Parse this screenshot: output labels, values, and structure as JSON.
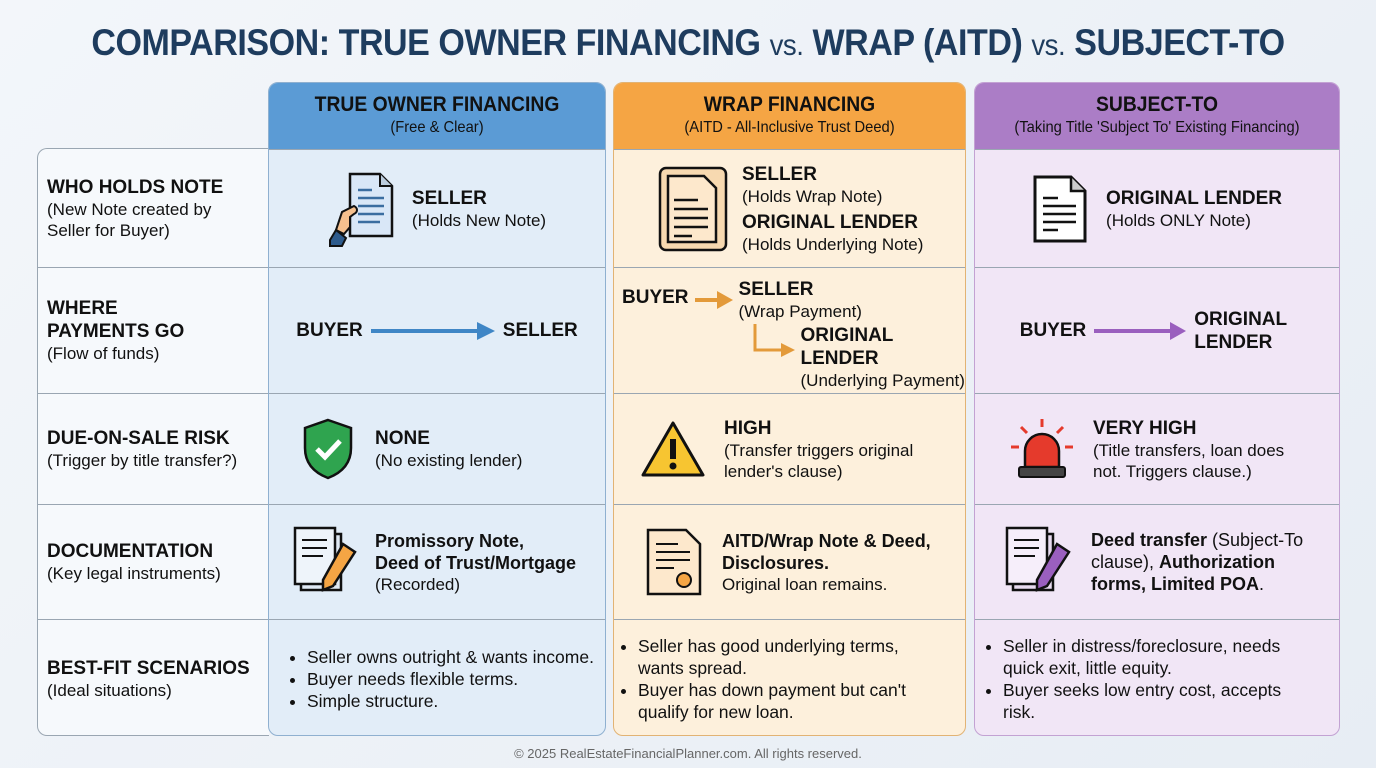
{
  "title": {
    "part1": "COMPARISON: TRUE OWNER FINANCING",
    "vs1": "vs.",
    "part2": "WRAP (AITD)",
    "vs2": "vs.",
    "part3": "SUBJECT-TO"
  },
  "rows": [
    {
      "label": "WHO HOLDS NOTE",
      "sub": "(New Note created by Seller for Buyer)"
    },
    {
      "label": "WHERE PAYMENTS GO",
      "sub": "(Flow of funds)"
    },
    {
      "label": "DUE-ON-SALE RISK",
      "sub": "(Trigger by title transfer?)"
    },
    {
      "label": "DOCUMENTATION",
      "sub": "(Key legal instruments)"
    },
    {
      "label": "BEST-FIT SCENARIOS",
      "sub": "(Ideal situations)"
    }
  ],
  "columns": [
    {
      "title": "TRUE OWNER FINANCING",
      "subtitle": "(Free & Clear)",
      "color": "#5b9bd5",
      "note": {
        "holder": "SELLER",
        "detail": "(Holds New Note)"
      },
      "payments": {
        "from": "BUYER",
        "to": "SELLER"
      },
      "risk": {
        "level": "NONE",
        "detail": "(No existing lender)"
      },
      "docs": {
        "bold1": "Promissory Note,",
        "bold2": "Deed of Trust/Mortgage",
        "normal": "(Recorded)"
      },
      "scenarios": [
        "Seller owns outright & wants income.",
        "Buyer needs flexible terms.",
        "Simple structure."
      ]
    },
    {
      "title": "WRAP FINANCING",
      "subtitle": "(AITD - All-Inclusive Trust Deed)",
      "color": "#f5a544",
      "note": {
        "holder": "SELLER",
        "detail": "(Holds Wrap Note)",
        "holder2": "ORIGINAL LENDER",
        "detail2": "(Holds Underlying Note)"
      },
      "payments": {
        "from": "BUYER",
        "to": "SELLER",
        "to_detail": "(Wrap Payment)",
        "to2": "ORIGINAL LENDER",
        "to2_detail": "(Underlying Payment)"
      },
      "risk": {
        "level": "HIGH",
        "detail": "(Transfer triggers original lender's clause)"
      },
      "docs": {
        "bold1": "AITD/Wrap Note & Deed,",
        "bold2": "Disclosures.",
        "normal": "Original loan remains."
      },
      "scenarios": [
        "Seller has good underlying terms, wants spread.",
        "Buyer has down payment but can't qualify for new loan."
      ]
    },
    {
      "title": "SUBJECT-TO",
      "subtitle": "(Taking Title 'Subject To' Existing Financing)",
      "color": "#ab7dc6",
      "note": {
        "holder": "ORIGINAL LENDER",
        "detail": "(Holds ONLY Note)"
      },
      "payments": {
        "from": "BUYER",
        "to": "ORIGINAL LENDER"
      },
      "risk": {
        "level": "VERY HIGH",
        "detail": "(Title transfers, loan does not. Triggers clause.)"
      },
      "docs": {
        "bold1": "Deed transfer",
        "normal1": " (Subject-To clause), ",
        "bold2": "Authorization forms, Limited POA",
        "normal2": "."
      },
      "scenarios": [
        "Seller in distress/foreclosure, needs quick exit, little equity.",
        "Buyer seeks low entry cost, accepts risk."
      ]
    }
  ],
  "footer": "© 2025 RealEstateFinancialPlanner.com. All rights reserved."
}
